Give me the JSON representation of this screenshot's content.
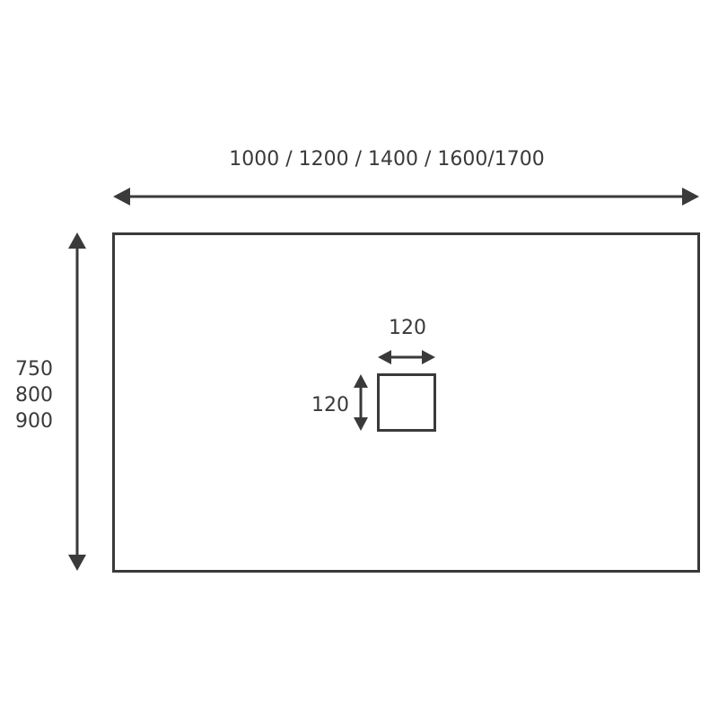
{
  "diagram": {
    "width_label": "1000 / 1200 / 1400 / 1600/1700",
    "height_labels": [
      "750",
      "800",
      "900"
    ],
    "waste_width_label": "120",
    "waste_height_label": "120",
    "line_color": "#3a3a3a",
    "background_color": "#ffffff"
  }
}
